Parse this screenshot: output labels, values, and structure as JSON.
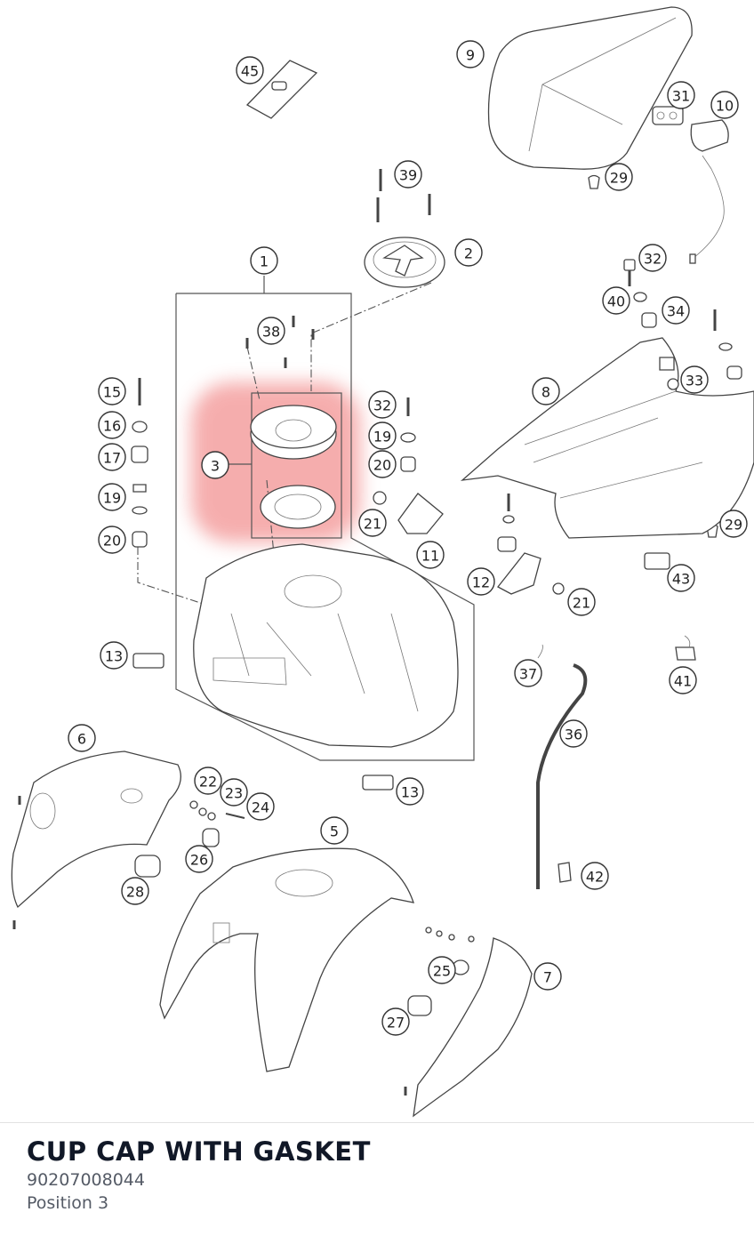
{
  "selected_part": {
    "title": "CUP CAP WITH GASKET",
    "number": "90207008044",
    "position": "Position 3"
  },
  "highlight_color": "#f28b8b",
  "callouts": [
    "1",
    "2",
    "3",
    "5",
    "6",
    "7",
    "8",
    "9",
    "10",
    "11",
    "12",
    "13",
    "13",
    "15",
    "16",
    "17",
    "19",
    "19",
    "20",
    "20",
    "21",
    "21",
    "22",
    "23",
    "24",
    "25",
    "26",
    "27",
    "28",
    "29",
    "29",
    "31",
    "32",
    "32",
    "33",
    "34",
    "36",
    "37",
    "38",
    "39",
    "40",
    "41",
    "42",
    "43",
    "45"
  ]
}
